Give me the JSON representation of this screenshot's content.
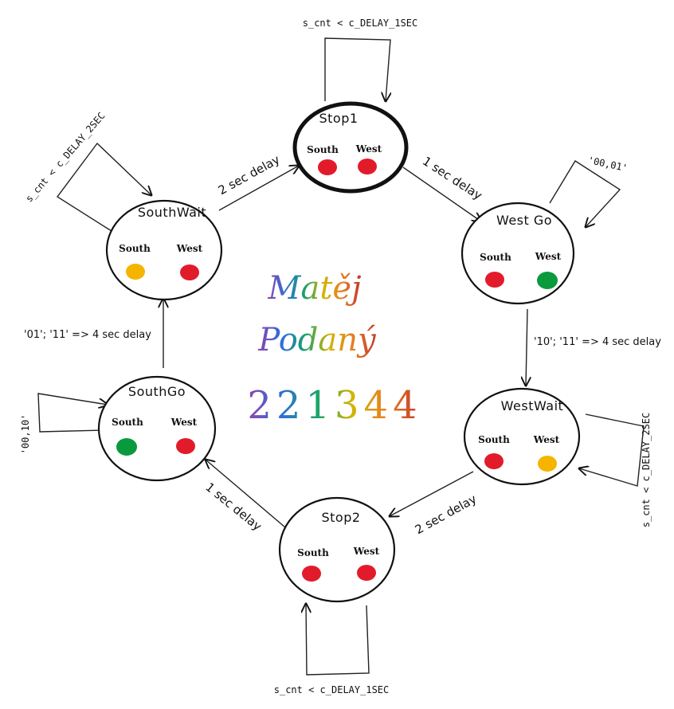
{
  "colors": {
    "red": "#e21b2b",
    "green": "#0a9a3e",
    "yellow": "#f4b400",
    "ink": "#111111"
  },
  "lamp_labels": {
    "south": "South",
    "west": "West"
  },
  "states": [
    {
      "id": "stop1",
      "title": "Stop1",
      "south": "red",
      "west": "red",
      "thick": true
    },
    {
      "id": "westgo",
      "title": "West Go",
      "south": "red",
      "west": "green"
    },
    {
      "id": "westwait",
      "title": "WestWait",
      "south": "red",
      "west": "yellow"
    },
    {
      "id": "stop2",
      "title": "Stop2",
      "south": "red",
      "west": "red"
    },
    {
      "id": "southgo",
      "title": "SouthGo",
      "south": "green",
      "west": "red"
    },
    {
      "id": "southwait",
      "title": "SouthWait",
      "south": "yellow",
      "west": "red"
    }
  ],
  "transitions": [
    {
      "from": "southwait",
      "to": "stop1",
      "label": "2 sec delay"
    },
    {
      "from": "stop1",
      "to": "westgo",
      "label": "1 sec delay"
    },
    {
      "from": "westgo",
      "to": "westwait",
      "label": "'10'; '11' => 4 sec delay"
    },
    {
      "from": "westwait",
      "to": "stop2",
      "label": "2 sec delay"
    },
    {
      "from": "stop2",
      "to": "southgo",
      "label": "1 sec delay"
    },
    {
      "from": "southgo",
      "to": "southwait",
      "label": "'01'; '11' => 4 sec delay"
    }
  ],
  "self_loops": [
    {
      "state": "stop1",
      "label": "s_cnt < c_DELAY_1SEC"
    },
    {
      "state": "westgo",
      "label": "'00,01'"
    },
    {
      "state": "westwait",
      "label": "s_cnt < c_DELAY_2SEC"
    },
    {
      "state": "stop2",
      "label": "s_cnt < c_DELAY_1SEC"
    },
    {
      "state": "southgo",
      "label": "'00,10'"
    },
    {
      "state": "southwait",
      "label": "s_cnt < c_DELAY_2SEC"
    }
  ],
  "signature": {
    "lines": [
      "Matěj",
      "Podaný",
      "221344"
    ]
  }
}
